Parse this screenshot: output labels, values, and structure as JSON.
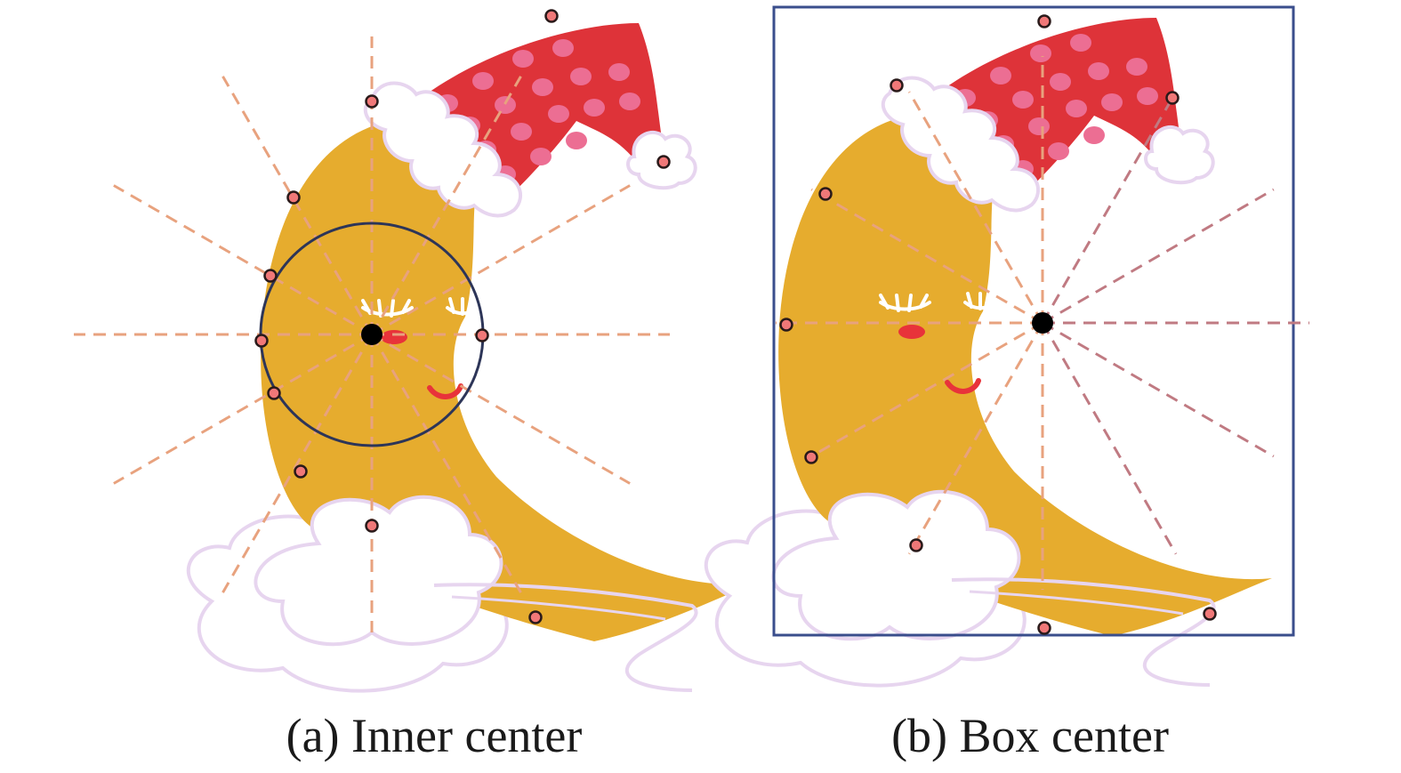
{
  "panels": [
    {
      "id": "a",
      "caption": "(a) Inner center"
    },
    {
      "id": "b",
      "caption": "(b) Box center"
    }
  ],
  "colors": {
    "moon": "#E6AC2E",
    "hat": "#DE3339",
    "hat_dots": "#EC6E93",
    "trim": "#FFFFFF",
    "outline": "#E7D5EF",
    "ray": "#E8A27E",
    "ray_dark": "#C07A82",
    "point_fill": "#F07878",
    "point_stroke": "#2A1A1A",
    "center": "#000000",
    "inner_circle": "#2D3558",
    "box": "#3A4E8C",
    "eyes": "#FFFFFF",
    "cheek": "#E8333A"
  },
  "icons": [
    "moon-character-icon",
    "santa-hat-icon",
    "cloud-icon"
  ]
}
